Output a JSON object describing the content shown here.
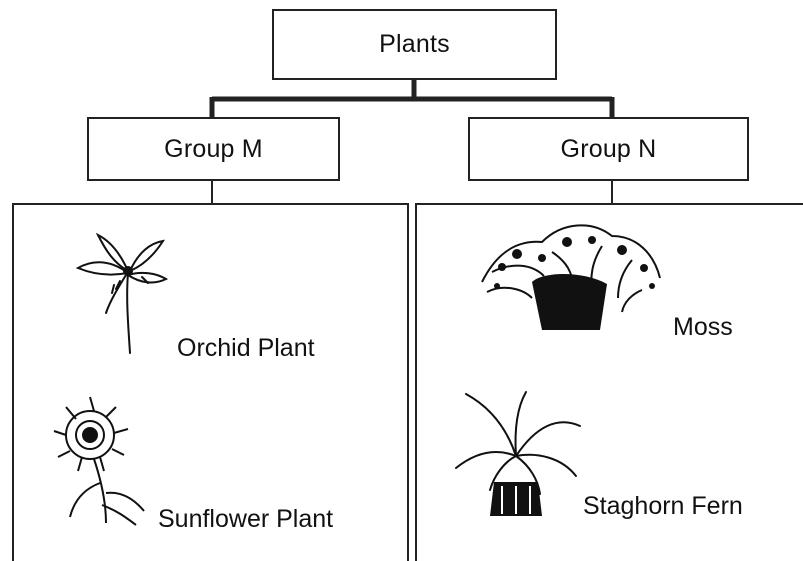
{
  "diagram": {
    "root": {
      "label": "Plants"
    },
    "groups": [
      {
        "label": "Group M",
        "members": [
          {
            "name": "Orchid Plant",
            "icon": "orchid-icon"
          },
          {
            "name": "Sunflower Plant",
            "icon": "sunflower-icon"
          }
        ]
      },
      {
        "label": "Group N",
        "members": [
          {
            "name": "Moss",
            "icon": "moss-icon"
          },
          {
            "name": "Staghorn Fern",
            "icon": "staghorn-fern-icon"
          }
        ]
      }
    ]
  }
}
